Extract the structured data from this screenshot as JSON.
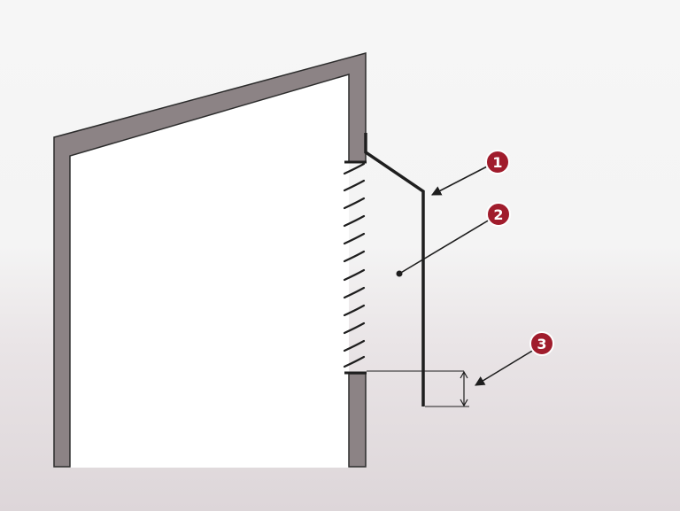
{
  "colors": {
    "wall_fill": "#8c8385",
    "wall_stroke": "#2c2c2c",
    "interior": "#ffffff",
    "line": "#1e1e1e",
    "callout_fill": "#a01c2c",
    "callout_text": "#ffffff"
  },
  "callouts": [
    {
      "id": "1",
      "label": "1"
    },
    {
      "id": "2",
      "label": "2"
    },
    {
      "id": "3",
      "label": "3"
    }
  ]
}
